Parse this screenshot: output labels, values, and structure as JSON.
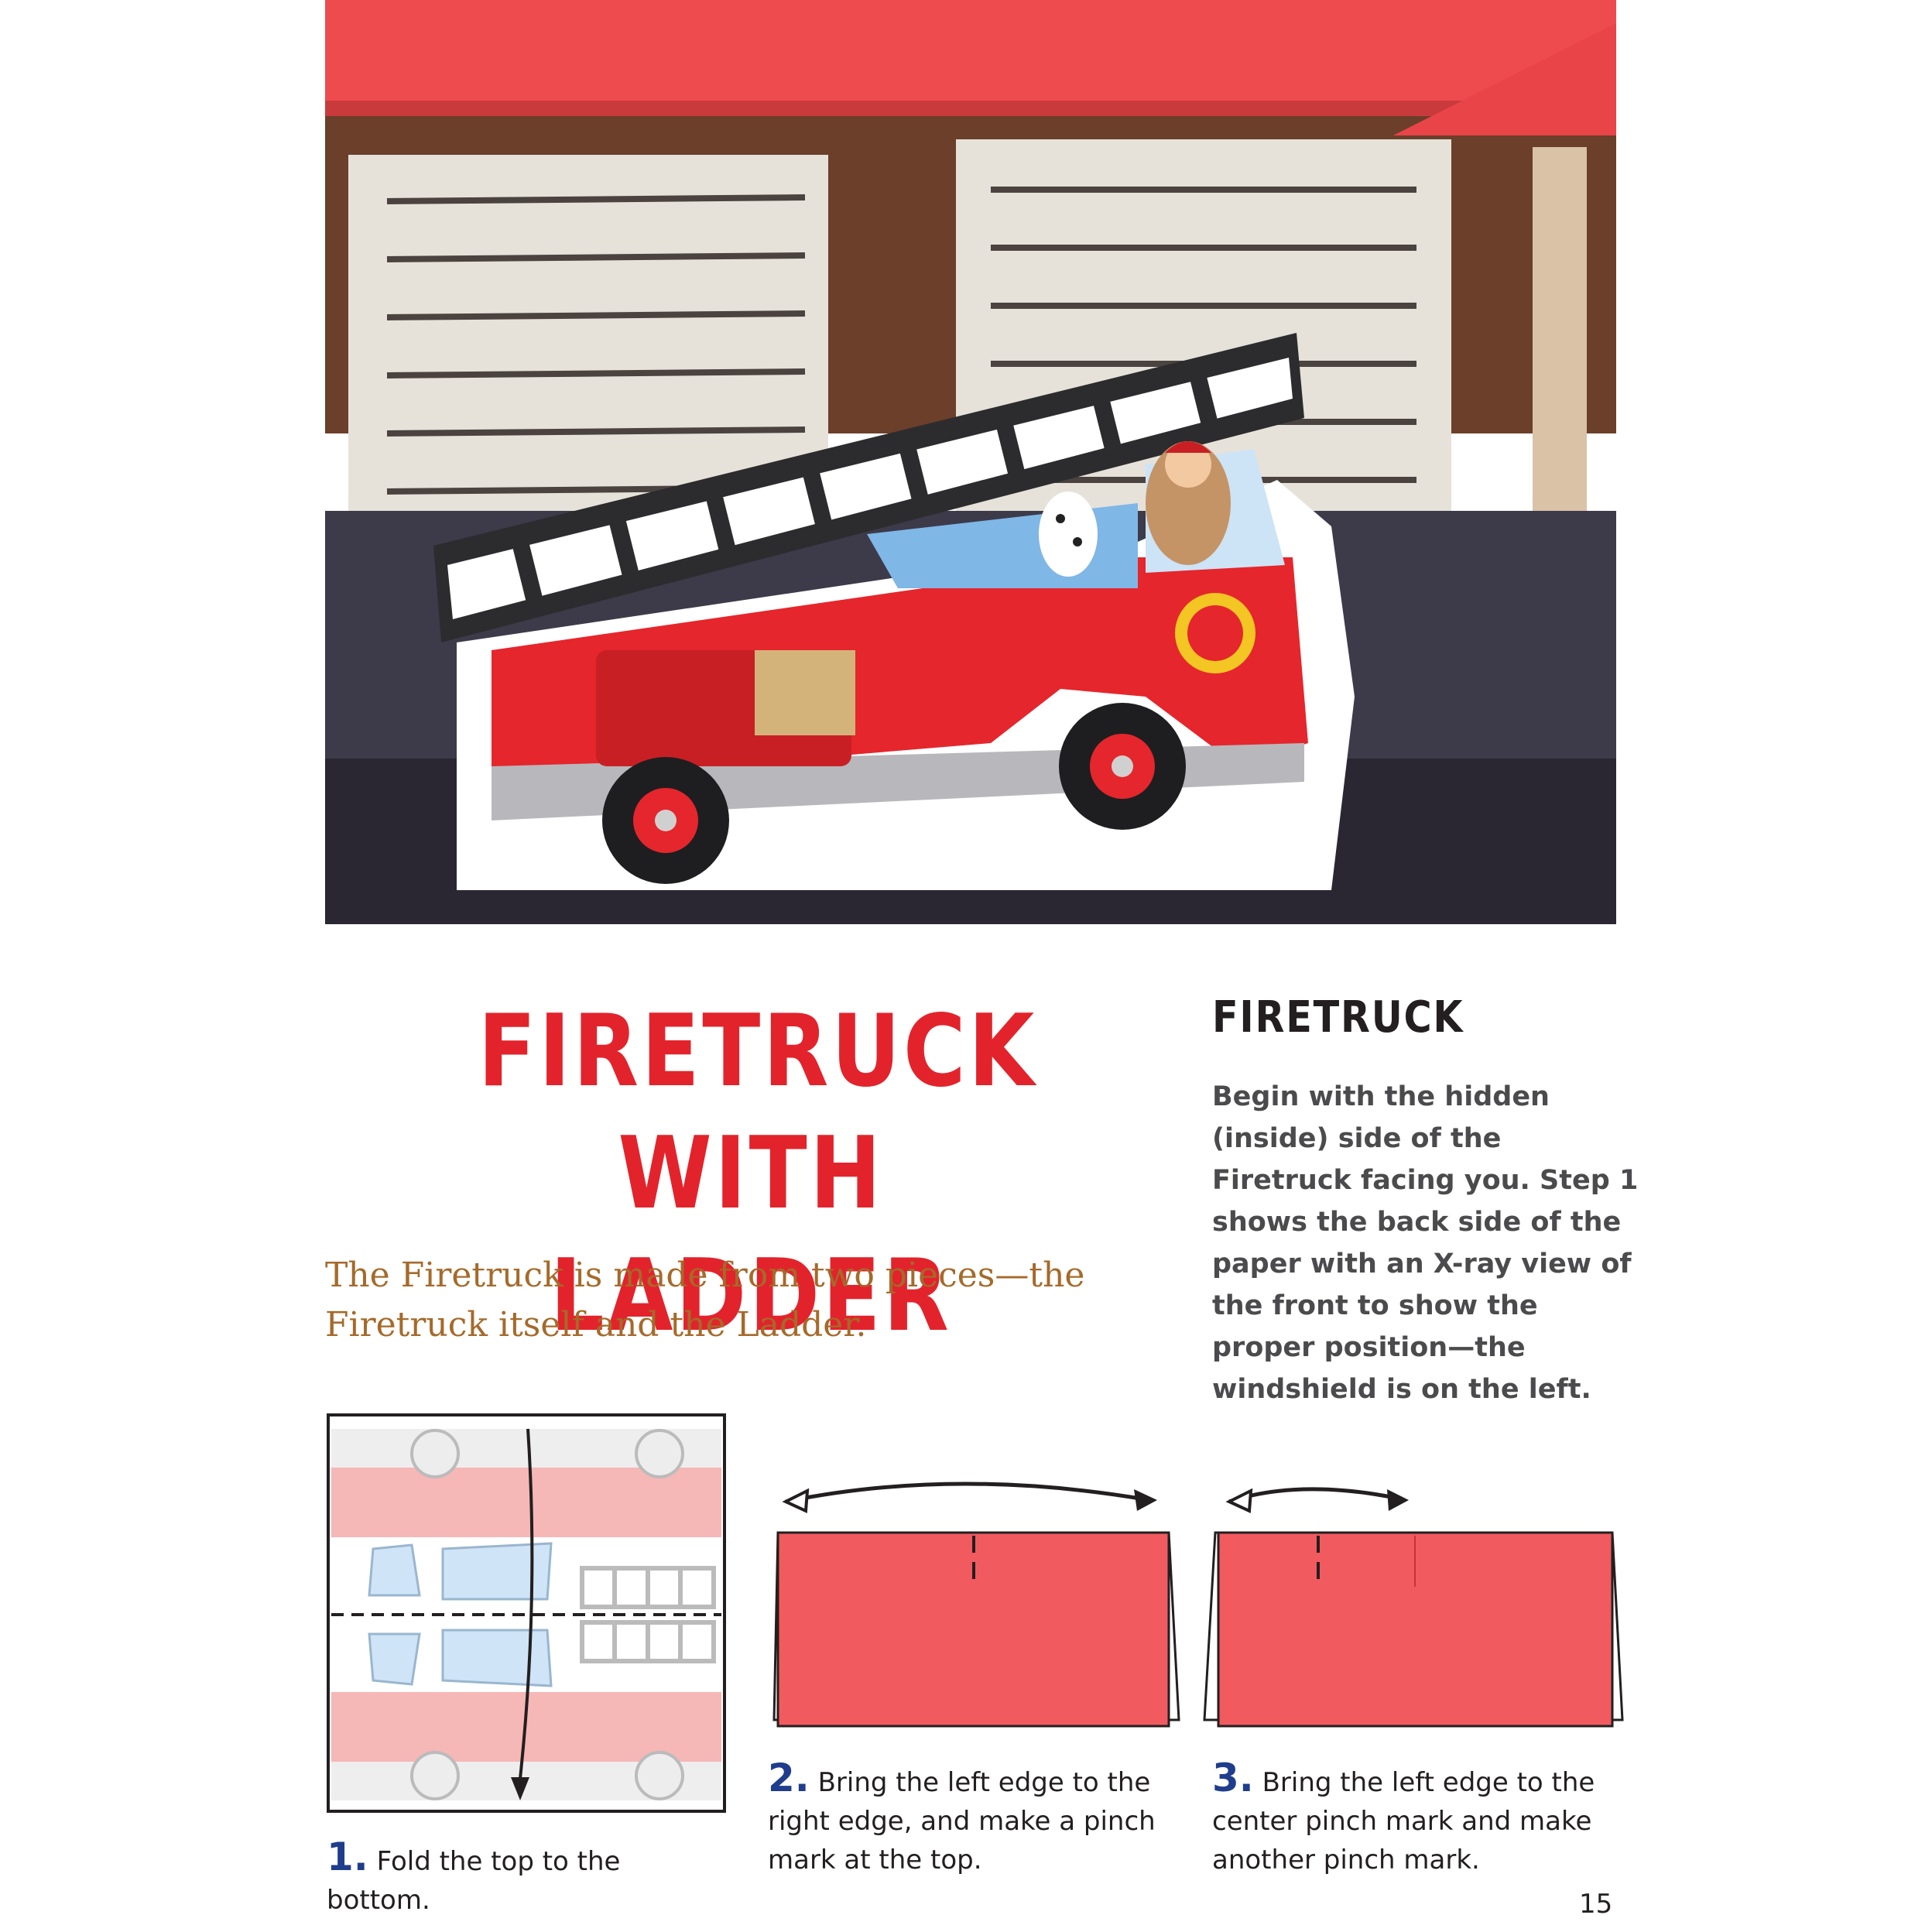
{
  "title": {
    "line1": "FIRETRUCK",
    "line2": "WITH LADDER"
  },
  "intro": "The Firetruck is made from two pieces—the Firetruck itself and the Ladder.",
  "side": {
    "heading": "FIRETRUCK",
    "text": "Begin with the hidden (inside) side of the Firetruck facing you. Step 1 shows the back side of the paper with an X-ray view of the front to show the proper position—the windshield is on the left."
  },
  "steps": [
    {
      "number": "1.",
      "text": "Fold the top to the bottom."
    },
    {
      "number": "2.",
      "text": "Bring the left edge to the right edge, and make a pinch mark at the top."
    },
    {
      "number": "3.",
      "text": "Bring the left edge to the center pinch mark and make another pinch mark."
    }
  ],
  "page_number": "15",
  "colors": {
    "title_red": "#e3232b",
    "intro_brown": "#a56a2a",
    "step_blue": "#1f3d8c",
    "paper_red": "#f15a5f"
  }
}
